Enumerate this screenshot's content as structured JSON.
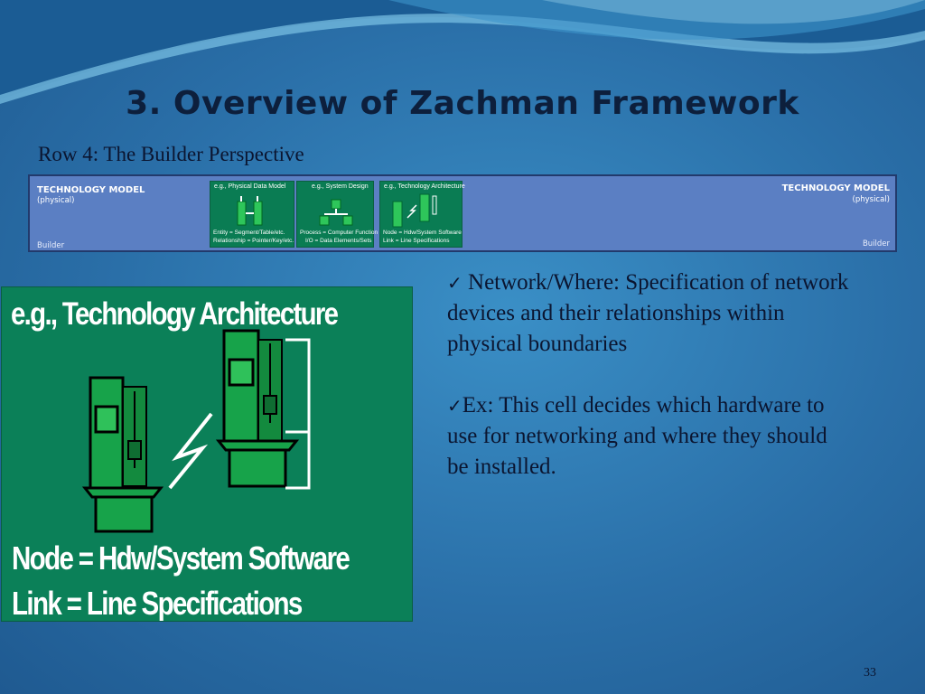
{
  "slide": {
    "title": "3. Overview of Zachman Framework",
    "subtitle": "Row 4: The Builder Perspective",
    "page_number": "33"
  },
  "strip": {
    "left_title": "TECHNOLOGY MODEL",
    "left_sub": "(physical)",
    "left_role": "Builder",
    "right_title": "TECHNOLOGY MODEL",
    "right_sub": "(physical)",
    "right_role": "Builder",
    "cells": [
      {
        "title": "e.g., Physical Data Model",
        "line1": "Entity = Segment/Table/etc.",
        "line2": "Relationship = Pointer/Key/etc."
      },
      {
        "title": "e.g., System Design",
        "line1": "Process = Computer Function",
        "line2": "I/O = Data Elements/Sets"
      },
      {
        "title": "e.g., Technology Architecture",
        "line1": "Node = Hdw/System Software",
        "line2": "Link = Line Specifications"
      }
    ]
  },
  "detail": {
    "title": "e.g.,  Technology Architecture",
    "line1": "Node = Hdw/System Software",
    "line2": "Link = Line Specifications"
  },
  "bullets": [
    {
      "check": "✓",
      "text": " Network/Where: Specification of network devices and their relationships within physical boundaries"
    },
    {
      "check": "✓",
      "text": "Ex: This cell decides which hardware to use for networking and where they should be installed."
    }
  ],
  "colors": {
    "cell_green": "#0a7c53",
    "strip_blue": "#5b7fc3",
    "title_dark": "#0d1f3c"
  }
}
